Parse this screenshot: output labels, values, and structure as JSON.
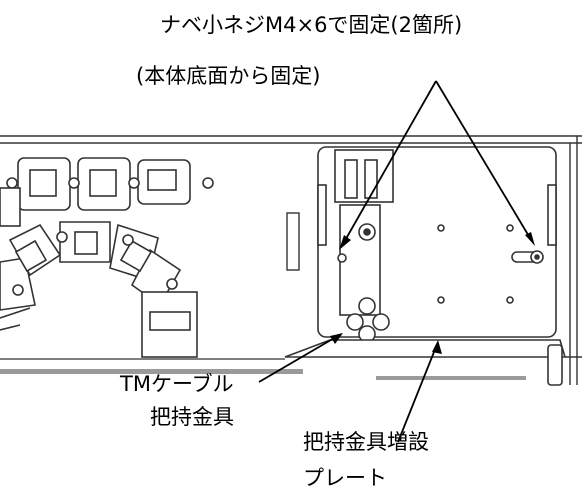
{
  "labels": {
    "screw": "ナベ小ネジM4×6で固定(2箇所)",
    "from_bottom": "(本体底面から固定)",
    "tm_cable_line1": "TMケーブル",
    "tm_cable_line2": "把持金具",
    "plate_line1": "把持金具増設",
    "plate_line2": "プレート"
  },
  "colors": {
    "line": "#000000",
    "drawing": "#333333",
    "panel_fill": "#ffffff",
    "gray_band": "#9a9a9a"
  }
}
